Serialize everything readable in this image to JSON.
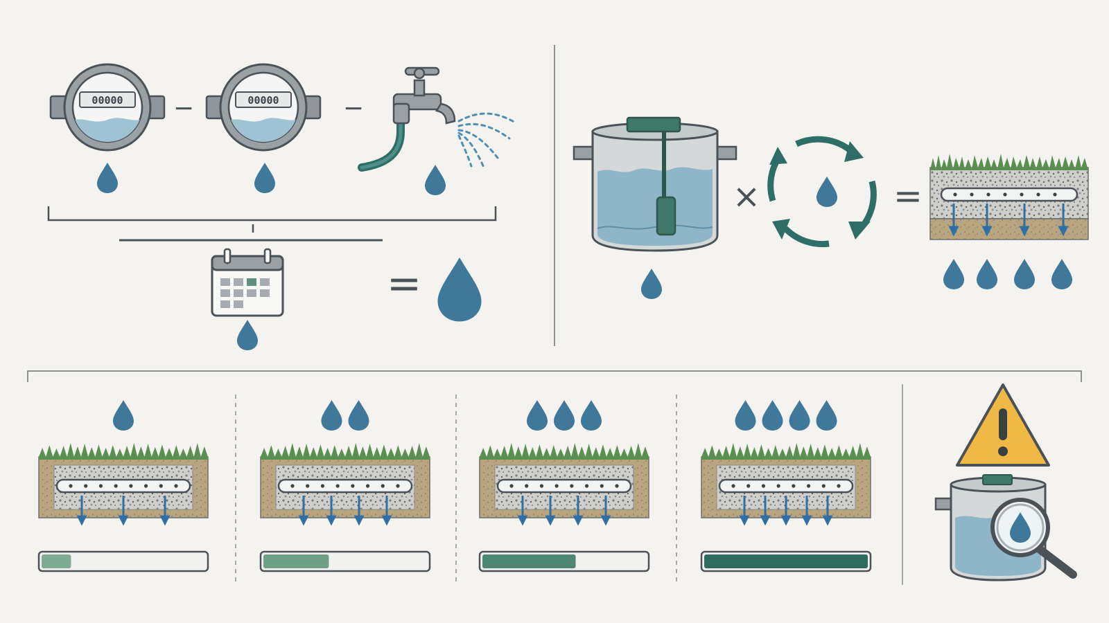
{
  "colors": {
    "background": "#f4f3ef",
    "water_drop": "#3f7898",
    "water_fill": "#9fc3d3",
    "metal": "#8e969b",
    "outline": "#4a5157",
    "teal": "#2e6e66",
    "grass": "#5b8f52",
    "gravel": "#c9c9c6",
    "soil": "#b7a27d",
    "warning": "#f0b845"
  },
  "meters": [
    {
      "reading": "00000"
    },
    {
      "reading": "00000"
    }
  ],
  "operators": {
    "minus": "−",
    "times": "×",
    "equals": "="
  },
  "icons": {
    "meter": "water-meter-icon",
    "faucet": "faucet-hose-icon",
    "calendar": "calendar-icon",
    "tank": "septic-tank-pump-icon",
    "cycle": "recycle-arrows-icon",
    "drainfield": "drainfield-cross-section-icon",
    "warning": "warning-triangle-icon",
    "inspect": "magnifier-icon"
  },
  "load_levels": [
    {
      "drops": 1,
      "laterals": 3,
      "fill": 0.18
    },
    {
      "drops": 2,
      "laterals": 4,
      "fill": 0.4
    },
    {
      "drops": 3,
      "laterals": 4,
      "fill": 0.57
    },
    {
      "drops": 4,
      "laterals": 5,
      "fill": 1.0
    }
  ],
  "fill_colors": [
    "#7faa93",
    "#6f9f86",
    "#4d8672",
    "#2f6b5c"
  ]
}
